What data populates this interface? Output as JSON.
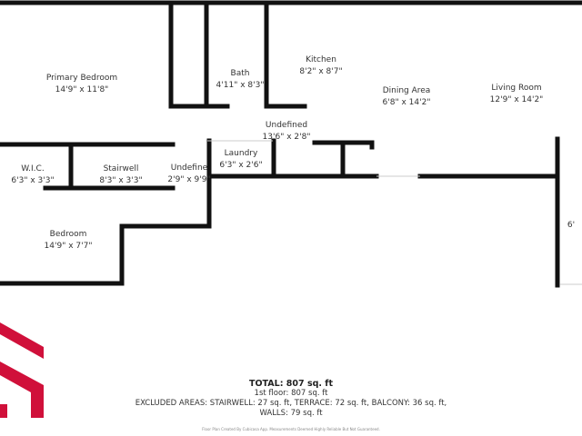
{
  "rooms": [
    {
      "name": "Primary Bedroom",
      "size": "14'9\" x 11'8\""
    },
    {
      "name": "Bath",
      "size": "4'11\" x 8'3\""
    },
    {
      "name": "Kitchen",
      "size": "8'2\" x 8'7\""
    },
    {
      "name": "Dining Area",
      "size": "6'8\" x 14'2\""
    },
    {
      "name": "Living Room",
      "size": "12'9\" x 14'2\""
    },
    {
      "name": "Undefined",
      "size": "13'6\" x 2'8\""
    },
    {
      "name": "W.I.C.",
      "size": "6'3\" x 3'3\""
    },
    {
      "name": "Stairwell",
      "size": "8'3\" x 3'3\""
    },
    {
      "name": "Undefine",
      "size": "2'9\" x 9'9\""
    },
    {
      "name": "Laundry",
      "size": "6'3\" x 2'6\""
    },
    {
      "name": "Bedroom",
      "size": "14'9\" x 7'7\""
    },
    {
      "name": "",
      "size": "6'"
    }
  ],
  "summary": {
    "total": "TOTAL: 807 sq. ft",
    "floor": "1st floor: 807 sq. ft",
    "excluded": "EXCLUDED AREAS: STAIRWELL: 27 sq. ft, TERRACE: 72 sq. ft, BALCONY: 36 sq. ft,",
    "walls": "WALLS: 79 sq. ft",
    "credit": "Floor Plan Created By Cubicasa App. Measurements Deemed Highly Reliable But Not Guaranteed."
  },
  "colors": {
    "wall": "#111111",
    "logo": "#d0103a"
  }
}
